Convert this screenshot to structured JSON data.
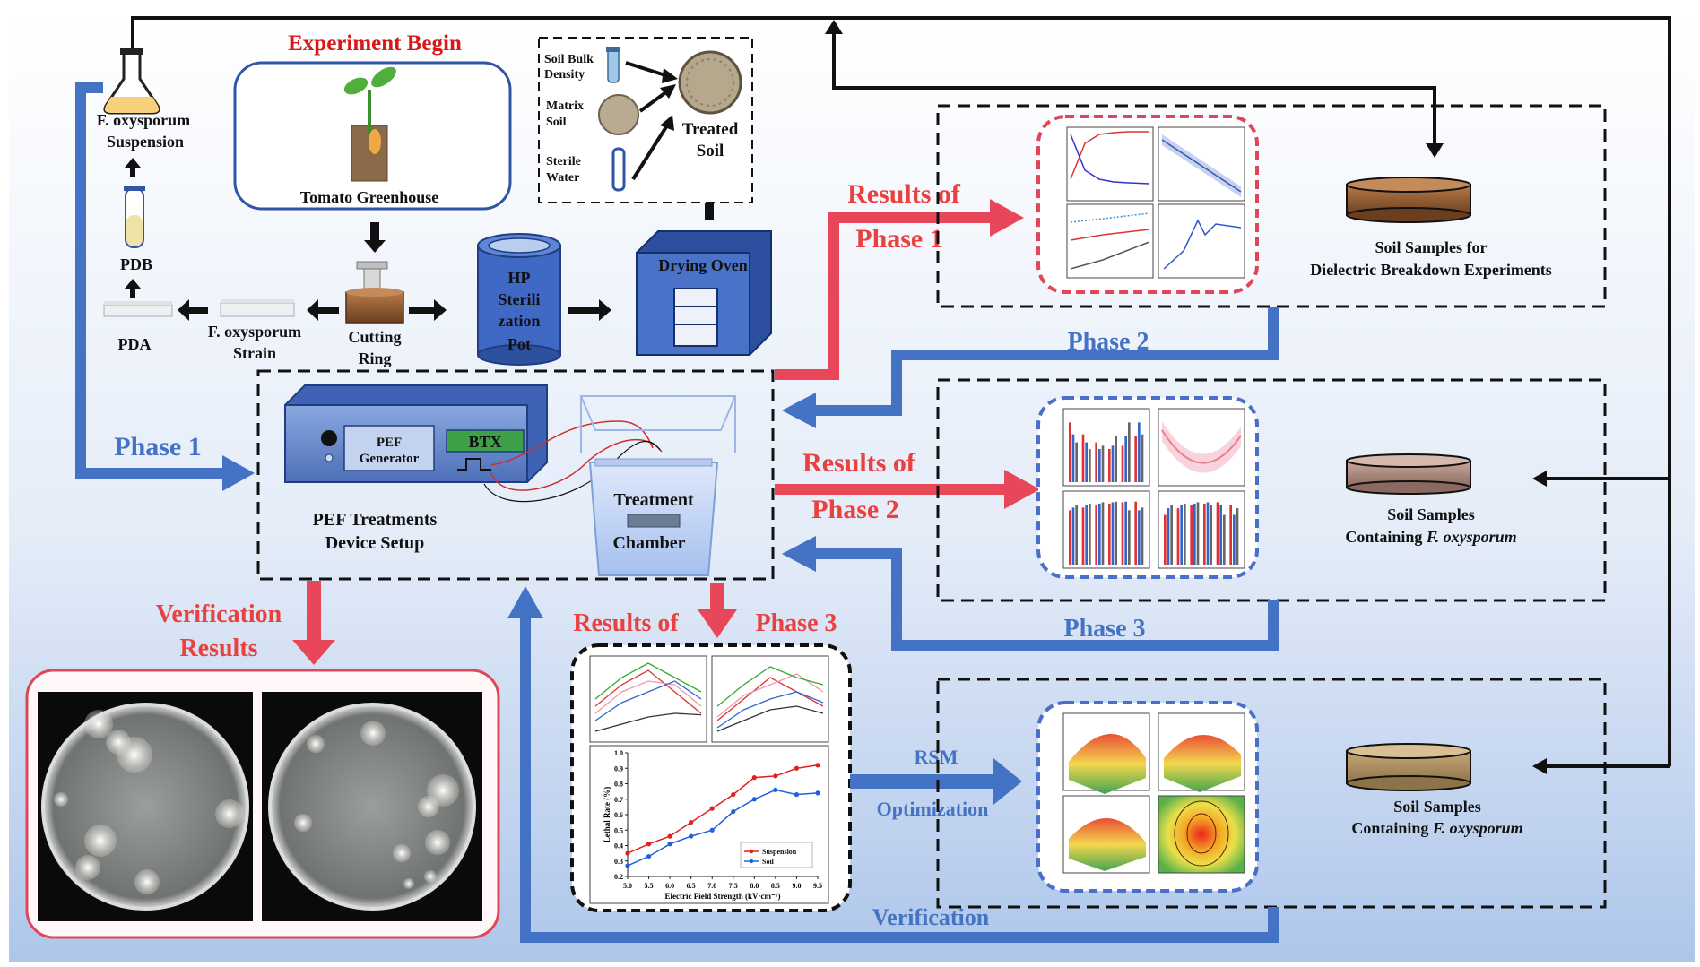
{
  "labels": {
    "experiment_begin": "Experiment Begin",
    "tomato_greenhouse": "Tomato Greenhouse",
    "suspension_1": "F. oxysporum",
    "suspension_2": "Suspension",
    "pdb": "PDB",
    "pda": "PDA",
    "strain_1": "F. oxysporum",
    "strain_2": "Strain",
    "cutting_1": "Cutting",
    "cutting_2": "Ring",
    "hp_1": "HP",
    "hp_2": "Sterili",
    "hp_3": "zation",
    "hp_4": "Pot",
    "drying_oven": "Drying Oven",
    "soil_bulk_1": "Soil Bulk",
    "soil_bulk_2": "Density",
    "matrix_1": "Matrix",
    "matrix_2": "Soil",
    "sterile_1": "Sterile",
    "sterile_2": "Water",
    "treated_1": "Treated",
    "treated_2": "Soil",
    "pef_gen_1": "PEF",
    "pef_gen_2": "Generator",
    "btx": "BTX",
    "pef_setup_1": "PEF Treatments",
    "pef_setup_2": "Device Setup",
    "chamber_1": "Treatment",
    "chamber_2": "Chamber",
    "phase1": "Phase 1",
    "phase2": "Phase 2",
    "phase3": "Phase 3",
    "results_p1_a": "Results of",
    "results_p1_b": "Phase 1",
    "results_p2_a": "Results of",
    "results_p2_b": "Phase 2",
    "results_p3_a": "Results of",
    "results_p3_b": "Phase 3",
    "verification_results_1": "Verification",
    "verification_results_2": "Results",
    "rsm_1": "RSM",
    "rsm_2": "Optimization",
    "verification": "Verification",
    "soil_dielectric_1": "Soil  Samples for",
    "soil_dielectric_2": "Dielectric Breakdown Experiments",
    "soil_fo_1": "Soil  Samples",
    "soil_fo_2_plain": "Containing ",
    "soil_fo_2_italic": "F. oxysporum",
    "soil_fo3_1": "Soil  Samples",
    "soil_fo3_2_plain": "Containing ",
    "soil_fo3_2_italic": "F. oxysporum"
  },
  "colors": {
    "red_arrow": "#e8475a",
    "blue_arrow": "#4472c4",
    "red_dash": "#e0465a",
    "blue_dash": "#4a6fc8"
  },
  "chart_data": {
    "type": "line",
    "x": [
      5.0,
      5.5,
      6.0,
      6.5,
      7.0,
      7.5,
      8.0,
      8.5,
      9.0,
      9.5
    ],
    "series": [
      {
        "name": "Suspension",
        "values": [
          0.35,
          0.41,
          0.46,
          0.55,
          0.64,
          0.73,
          0.84,
          0.85,
          0.9,
          0.92
        ]
      },
      {
        "name": "Soil",
        "values": [
          0.27,
          0.33,
          0.41,
          0.46,
          0.5,
          0.62,
          0.7,
          0.76,
          0.73,
          0.74
        ]
      }
    ],
    "xlabel": "Electric Field Strength (kV·cm⁻¹)",
    "ylabel": "Lethal Rate (%)",
    "xticks": [
      "5.0",
      "5.5",
      "6.0",
      "6.5",
      "7.0",
      "7.5",
      "8.0",
      "8.5",
      "9.0",
      "9.5"
    ],
    "yticks": [
      "0.2",
      "0.3",
      "0.4",
      "0.5",
      "0.6",
      "0.7",
      "0.8",
      "0.9",
      "1.0"
    ],
    "xlim": [
      5.0,
      9.5
    ],
    "ylim": [
      0.2,
      1.0
    ],
    "legend": "bottom-right"
  }
}
